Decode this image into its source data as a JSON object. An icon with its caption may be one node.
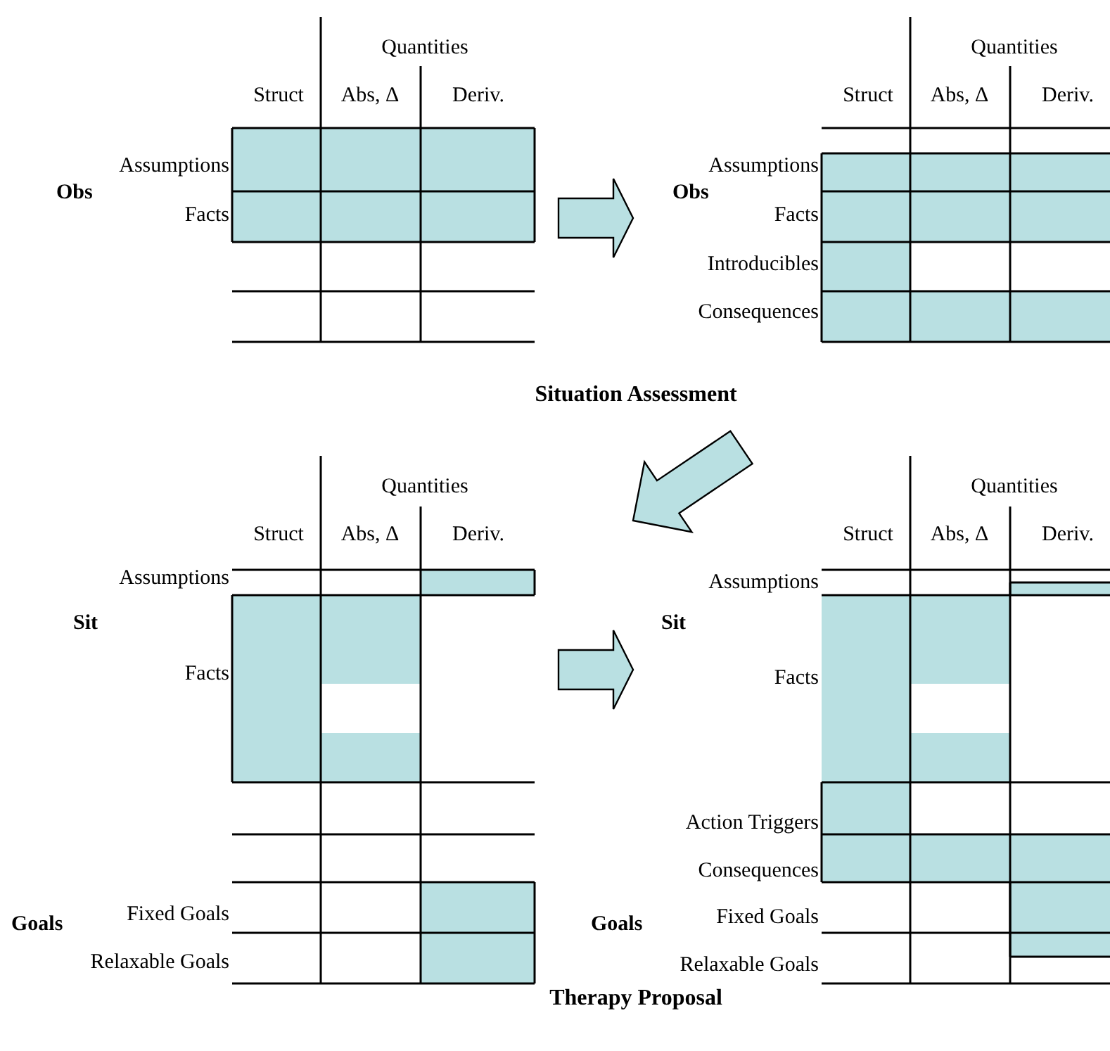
{
  "diagram": {
    "nodes": [
      {
        "text": [
          "Quantities",
          "Struct",
          "Abs, Δ",
          "Deriv.",
          "Assumptions",
          "Obs",
          "Facts"
        ]
      },
      {
        "text": [
          "Quantities",
          "Struct",
          "Abs, Δ",
          "Deriv.",
          "Assumptions",
          "Obs",
          "Facts",
          "Introducibles",
          "Consequences"
        ]
      },
      {
        "text": [
          "Quantities",
          "Struct",
          "Abs, Δ",
          "Deriv.",
          "Assumptions",
          "Sit",
          "Facts",
          "Goals",
          "Fixed Goals",
          "Relaxable Goals"
        ]
      },
      {
        "text": [
          "Quantities",
          "Struct",
          "Abs, Δ",
          "Deriv.",
          "Assumptions",
          "Sit",
          "Facts",
          "Action Triggers",
          "Consequences",
          "Goals",
          "Fixed Goals",
          "Relaxable Goals"
        ]
      }
    ],
    "edges": [
      {
        "from": 0,
        "to": 1,
        "arrow": "to"
      },
      {
        "from": 1,
        "to": 2,
        "arrow": "to"
      },
      {
        "from": 2,
        "to": 3,
        "arrow": "to"
      }
    ],
    "labels": [
      "Situation Assessment",
      "Therapy Proposal"
    ]
  }
}
